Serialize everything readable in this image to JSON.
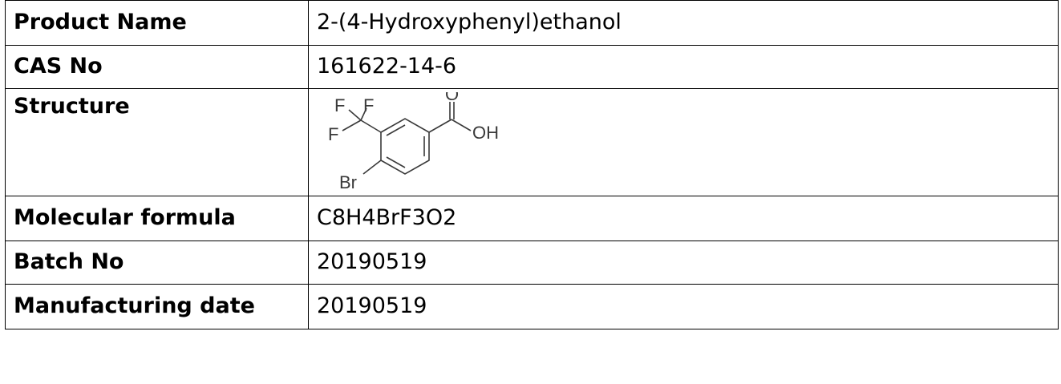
{
  "rows": [
    {
      "label": "Product Name",
      "value": "2-(4-Hydroxyphenyl)ethanol"
    },
    {
      "label": "CAS No",
      "value": "161622-14-6"
    },
    {
      "label": "Structure",
      "value": ""
    },
    {
      "label": "Molecular formula",
      "value": "C8H4BrF3O2"
    },
    {
      "label": "Batch No",
      "value": "20190519"
    },
    {
      "label": "Manufacturing date",
      "value": "20190519"
    }
  ],
  "structure": {
    "atoms": {
      "f1": "F",
      "f2": "F",
      "f3": "F",
      "o1": "O",
      "oh": "OH",
      "br": "Br"
    }
  }
}
